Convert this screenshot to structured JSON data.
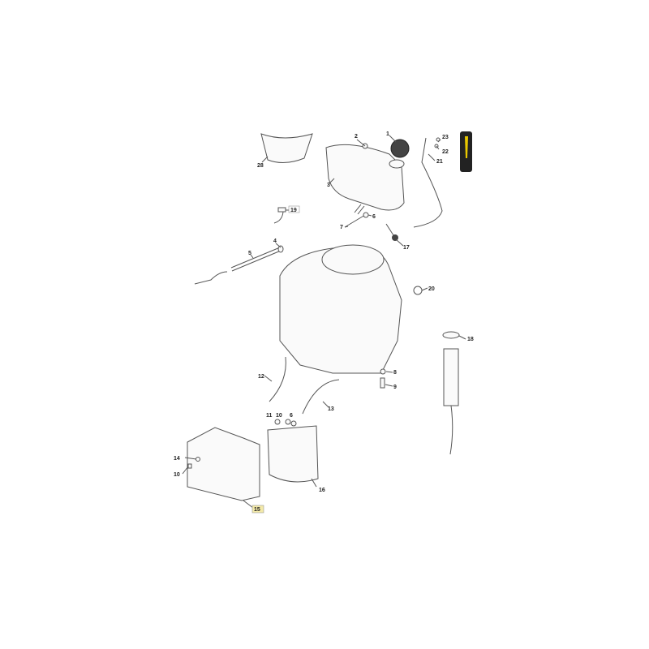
{
  "highlight_color": "#f3e9a8",
  "labels": {
    "l28": "28",
    "l3": "3",
    "l2": "2",
    "l1": "1",
    "l23": "23",
    "l22": "22",
    "l21": "21",
    "l19": "19",
    "l6a": "6",
    "l7": "7",
    "l17": "17",
    "l4": "4",
    "l5": "5",
    "l20": "20",
    "l18": "18",
    "l8": "8",
    "l9": "9",
    "l12": "12",
    "l13": "13",
    "l11": "11",
    "l10a": "10",
    "l6b": "6",
    "l14": "14",
    "l10b": "10",
    "l16": "16",
    "l15": "15"
  },
  "highlighted_part": "15"
}
